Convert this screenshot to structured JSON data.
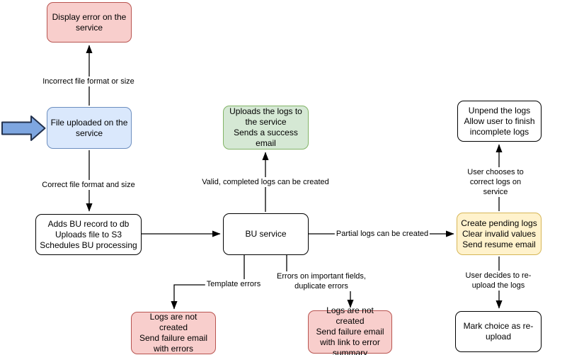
{
  "diagram": {
    "nodes": {
      "display_error": {
        "label": "Display error on the\nservice",
        "fill": "#f8cecc",
        "stroke": "#b85450"
      },
      "file_uploaded": {
        "label": "File uploaded on the\nservice",
        "fill": "#dae8fc",
        "stroke": "#6c8ebf"
      },
      "adds_bu": {
        "label": "Adds BU record to db\nUploads file to S3\nSchedules BU processing",
        "fill": "#ffffff",
        "stroke": "#000000"
      },
      "bu_service": {
        "label": "BU service",
        "fill": "#ffffff",
        "stroke": "#000000"
      },
      "success": {
        "label": "Uploads the logs to\nthe service\nSends a success\nemail",
        "fill": "#d5e8d4",
        "stroke": "#82b366"
      },
      "pending": {
        "label": "Create pending logs\nClear invalid values\nSend resume email",
        "fill": "#fff2cc",
        "stroke": "#d6b656"
      },
      "unpend": {
        "label": "Unpend the logs\nAllow user to finish\nincomplete logs",
        "fill": "#ffffff",
        "stroke": "#000000"
      },
      "reupload": {
        "label": "Mark choice as re-\nupload",
        "fill": "#ffffff",
        "stroke": "#000000"
      },
      "fail_template": {
        "label": "Logs are not created\nSend failure email\nwith errors",
        "fill": "#f8cecc",
        "stroke": "#b85450"
      },
      "fail_fields": {
        "label": "Logs are not created\nSend failure email\nwith link to error\nsummary",
        "fill": "#f8cecc",
        "stroke": "#b85450"
      }
    },
    "edge_labels": {
      "incorrect": "Incorrect file format or size",
      "correct": "Correct file format and size",
      "valid": "Valid, completed logs can be created",
      "partial": "Partial logs can be created",
      "template_errors": "Template errors",
      "field_errors": "Errors on important fields,\nduplicate errors",
      "user_correct": "User chooses to correct logs on service",
      "user_reupload": "User decides to re-upload the logs"
    },
    "colors": {
      "line": "#000000",
      "entry_arrow_fill": "#7ea6e0",
      "entry_arrow_stroke": "#23324e"
    }
  }
}
